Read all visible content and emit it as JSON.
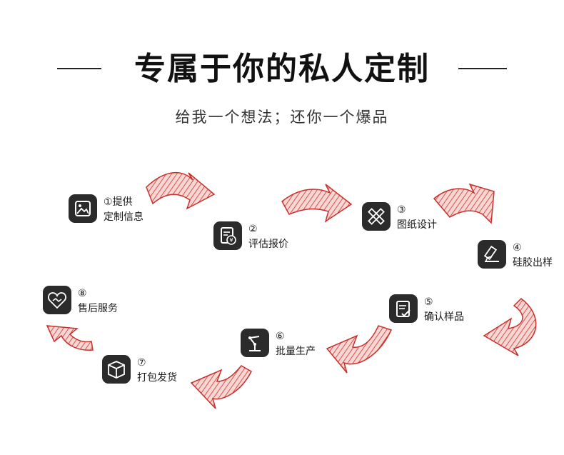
{
  "header": {
    "title": "专属于你的私人定制",
    "subtitle": "给我一个想法；还你一个爆品"
  },
  "steps": [
    {
      "num": "①",
      "line1": "提供",
      "line2": "定制信息",
      "icon": "image-icon"
    },
    {
      "num": "②",
      "line1": "",
      "line2": "评估报价",
      "icon": "quote-document-icon"
    },
    {
      "num": "③",
      "line1": "",
      "line2": "图纸设计",
      "icon": "ruler-pencil-icon"
    },
    {
      "num": "④",
      "line1": "",
      "line2": "硅胶出样",
      "icon": "mold-sample-icon"
    },
    {
      "num": "⑤",
      "line1": "",
      "line2": "确认样品",
      "icon": "clipboard-check-icon"
    },
    {
      "num": "⑥",
      "line1": "",
      "line2": "批量生产",
      "icon": "robot-arm-icon"
    },
    {
      "num": "⑦",
      "line1": "",
      "line2": "打包发货",
      "icon": "package-icon"
    },
    {
      "num": "⑧",
      "line1": "",
      "line2": "售后服务",
      "icon": "heart-handshake-icon"
    }
  ],
  "colors": {
    "arrow_fill": "#d9534f",
    "icon_bg": "#2b2b2b"
  }
}
